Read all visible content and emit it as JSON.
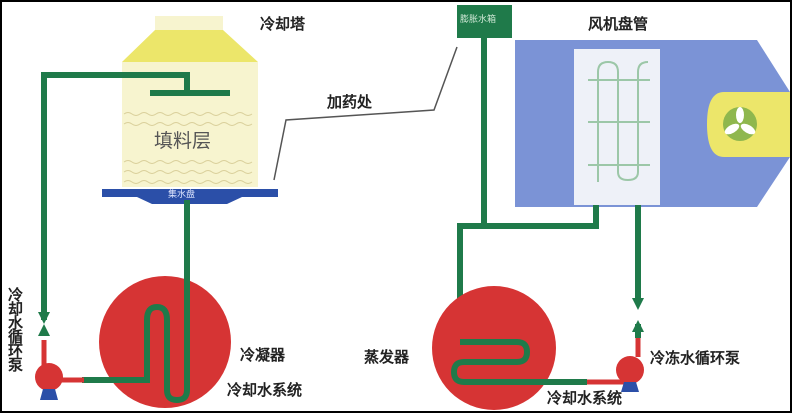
{
  "labels": {
    "cooling_tower": "冷却塔",
    "fill_layer": "填料层",
    "collection_basin": "集水盘",
    "dosing_point": "加药处",
    "expansion_tank": "膨胀水箱",
    "fan_coil": "风机盘管",
    "condenser": "冷凝器",
    "cooling_water_system_left": "冷却水系统",
    "cooling_water_pump": "冷却水循环泵",
    "evaporator": "蒸发器",
    "chilled_water_pump": "冷冻水循环泵",
    "cooling_water_system_right": "冷却水系统"
  },
  "colors": {
    "pipe": "#1f7a4a",
    "vessel": "#d63434",
    "basin": "#2b4fa8",
    "fan_coil_body": "#7b93d6",
    "tower_top": "#ece66a",
    "tower_body": "#f7f4cf",
    "fan_tab": "#ece66a"
  }
}
